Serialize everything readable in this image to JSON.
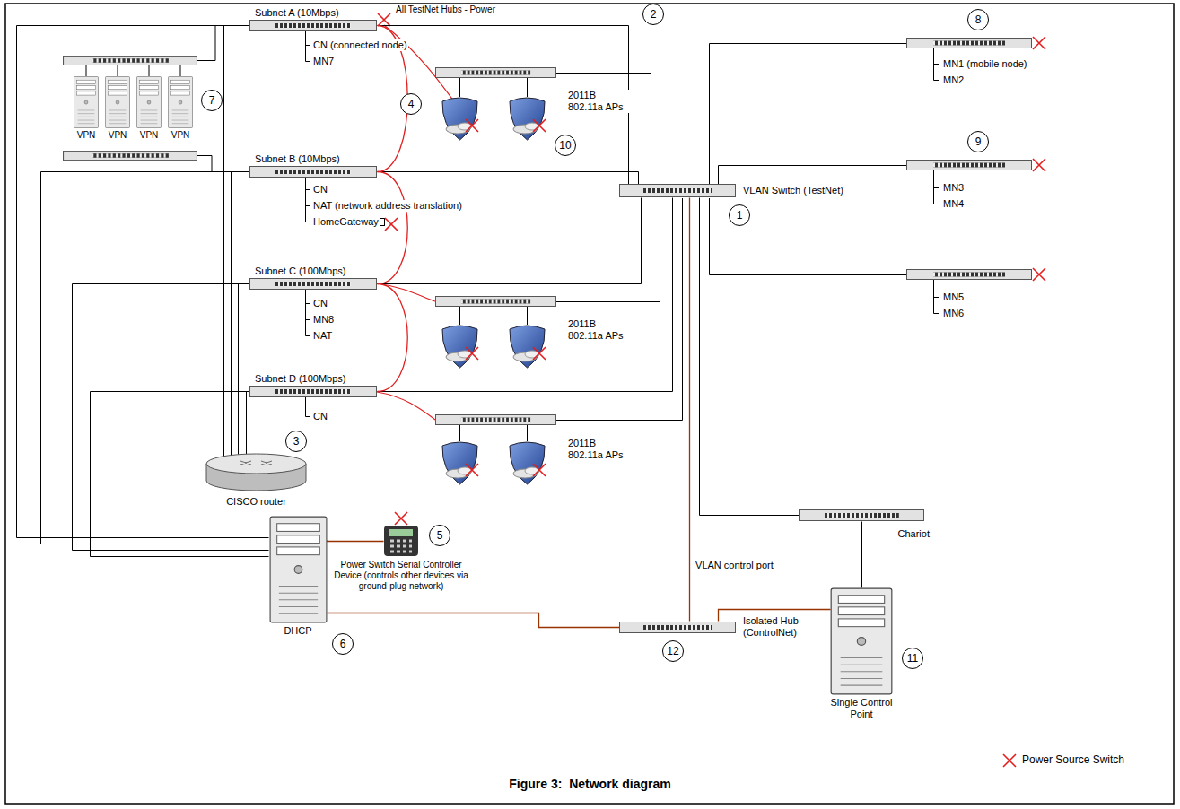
{
  "diagram": {
    "caption": "Figure 3:  Network diagram",
    "nodes": [
      {
        "text": [
          "Subnet A (10Mbps)"
        ]
      },
      {
        "text": [
          "VPN"
        ]
      },
      {
        "text": [
          "VPN"
        ]
      },
      {
        "text": [
          "VPN"
        ]
      },
      {
        "text": [
          "VPN"
        ]
      },
      {
        "text": [
          "Subnet B (10Mbps)"
        ]
      },
      {
        "text": [
          "VLAN Switch (TestNet)"
        ]
      },
      {
        "text": [
          "Subnet C (100Mbps)"
        ]
      },
      {
        "text": [
          "Subnet D (100Mbps)"
        ]
      },
      {
        "text": [
          "CISCO router"
        ]
      },
      {
        "text": [
          "Chariot"
        ]
      },
      {
        "text": [
          "DHCP"
        ]
      },
      {
        "text": [
          "Power Switch Serial Controller Device (controls other devices via ground-plug network)"
        ]
      },
      {
        "text": [
          "Isolated Hub (ControlNet)"
        ]
      },
      {
        "text": [
          "Single Control Point"
        ]
      }
    ],
    "edges": [
      {
        "from": 0,
        "to": 6,
        "arrow": "none"
      },
      {
        "from": 5,
        "to": 6,
        "arrow": "none"
      },
      {
        "from": 7,
        "to": 6,
        "arrow": "none"
      },
      {
        "from": 8,
        "to": 6,
        "arrow": "none"
      },
      {
        "from": 0,
        "to": 5,
        "arrow": "none"
      },
      {
        "from": 5,
        "to": 7,
        "arrow": "none"
      },
      {
        "from": 7,
        "to": 8,
        "arrow": "none"
      },
      {
        "from": 9,
        "to": 0,
        "arrow": "none"
      },
      {
        "from": 9,
        "to": 5,
        "arrow": "none"
      },
      {
        "from": 9,
        "to": 7,
        "arrow": "none"
      },
      {
        "from": 9,
        "to": 8,
        "arrow": "none"
      },
      {
        "from": 11,
        "to": 0,
        "arrow": "none"
      },
      {
        "from": 11,
        "to": 5,
        "arrow": "none"
      },
      {
        "from": 11,
        "to": 7,
        "arrow": "none"
      },
      {
        "from": 11,
        "to": 8,
        "arrow": "none"
      },
      {
        "from": 11,
        "to": 12,
        "arrow": "none"
      },
      {
        "from": 11,
        "to": 13,
        "arrow": "none"
      },
      {
        "from": 13,
        "to": 6,
        "label": "VLAN control port",
        "arrow": "none"
      },
      {
        "from": 13,
        "to": 14,
        "arrow": "none"
      },
      {
        "from": 6,
        "to": 10,
        "arrow": "none"
      },
      {
        "from": 10,
        "to": 14,
        "arrow": "none"
      }
    ],
    "labels": [
      "All TestNet Hubs - Power",
      "2",
      "CN (connected node)",
      "MN7",
      "7",
      "4",
      "2011B 802.11a APs",
      "10",
      "8",
      "MN1 (mobile node)",
      "MN2",
      "9",
      "MN3",
      "MN4",
      "MN5",
      "MN6",
      "1",
      "CN",
      "NAT (network address translation)",
      "HomeGateway",
      "CN",
      "MN8",
      "NAT",
      "2011B 802.11a APs",
      "CN",
      "2011B 802.11a APs",
      "3",
      "5",
      "6",
      "12",
      "11"
    ],
    "legend": [
      {
        "text": "Power Source Switch"
      }
    ]
  }
}
